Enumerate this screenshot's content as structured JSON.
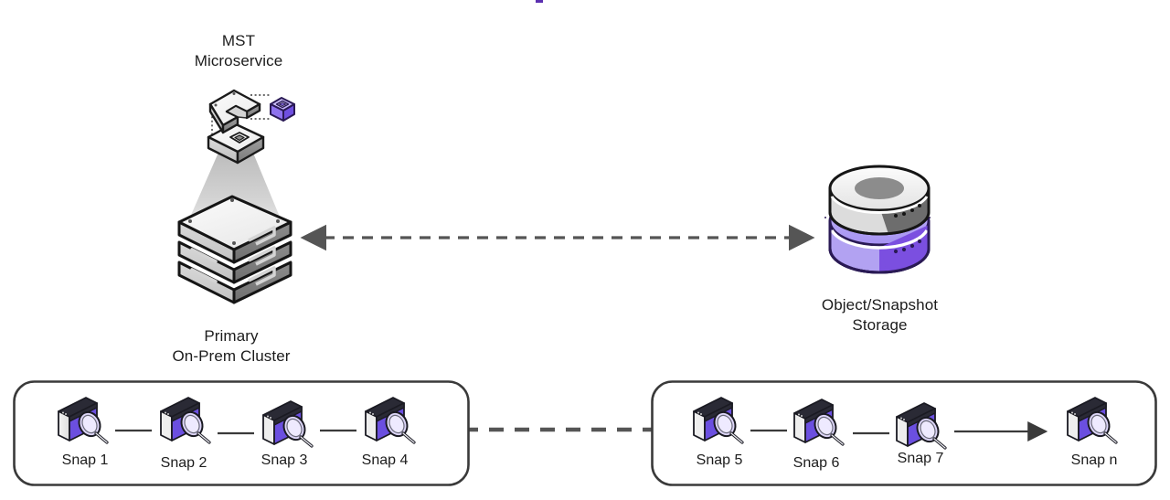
{
  "diagram": {
    "title_hidden": "",
    "nodes": {
      "microservice": {
        "label": "MST\nMicroservice",
        "icon": "microservice-cube-icon"
      },
      "cluster": {
        "label": "Primary\nOn-Prem Cluster",
        "icon": "server-stack-icon"
      },
      "storage": {
        "label": "Object/Snapshot\nStorage",
        "icon": "database-cylinder-icon"
      }
    },
    "edges": {
      "cluster_storage": {
        "name": "bidirectional-dashed-arrow",
        "style": "dashed",
        "arrows": "both"
      },
      "group_link": {
        "name": "group-dashed-connector",
        "style": "dashed",
        "arrows": "none"
      }
    },
    "snapshot_groups": [
      {
        "name": "snapshot-group-left",
        "snaps": [
          {
            "label": "Snap 1"
          },
          {
            "label": "Snap 2"
          },
          {
            "label": "Snap 3"
          },
          {
            "label": "Snap 4"
          }
        ],
        "links": [
          "line",
          "line",
          "line"
        ]
      },
      {
        "name": "snapshot-group-right",
        "snaps": [
          {
            "label": "Snap 5"
          },
          {
            "label": "Snap 6"
          },
          {
            "label": "Snap 7"
          },
          {
            "label": "Snap n"
          }
        ],
        "links": [
          "line",
          "line",
          "arrow"
        ]
      }
    ],
    "colors": {
      "accent_purple": "#7c5ce8",
      "accent_purple_light": "#c5b8f5",
      "accent_purple_dark": "#5a3fd0",
      "stroke_dark": "#3a3a3a",
      "arrow_gray": "#555555",
      "server_light": "#e8e8e8",
      "server_mid": "#c9c9c9",
      "server_dark": "#7d7d7d",
      "text": "#1c1c1c"
    }
  }
}
